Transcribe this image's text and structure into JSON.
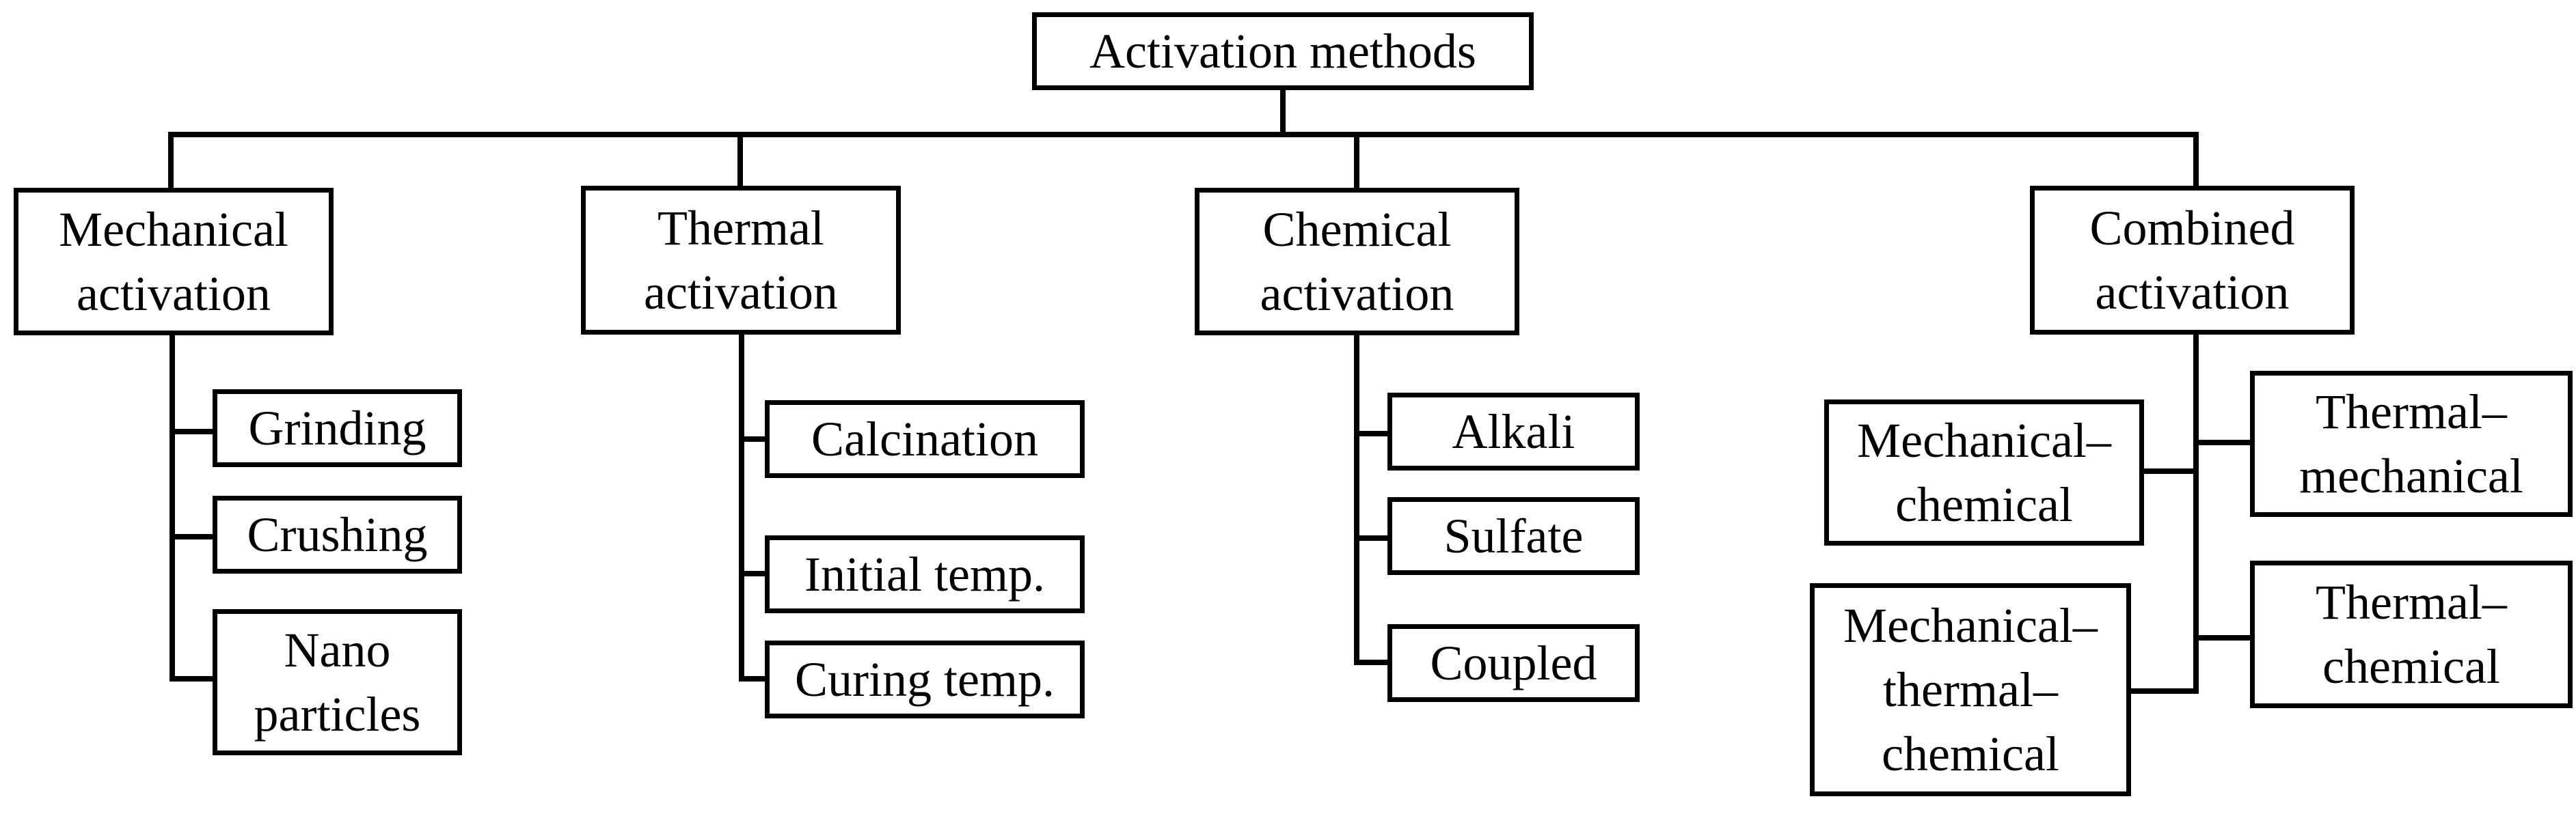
{
  "root": {
    "label": "Activation methods"
  },
  "categories": [
    {
      "lines": [
        "Mechanical",
        "activation"
      ],
      "children": [
        {
          "lines": [
            "Grinding"
          ]
        },
        {
          "lines": [
            "Crushing"
          ]
        },
        {
          "lines": [
            "Nano",
            "particles"
          ]
        }
      ]
    },
    {
      "lines": [
        "Thermal",
        "activation"
      ],
      "children": [
        {
          "lines": [
            "Calcination"
          ]
        },
        {
          "lines": [
            "Initial temp."
          ]
        },
        {
          "lines": [
            "Curing temp."
          ]
        }
      ]
    },
    {
      "lines": [
        "Chemical",
        "activation"
      ],
      "children": [
        {
          "lines": [
            "Alkali"
          ]
        },
        {
          "lines": [
            "Sulfate"
          ]
        },
        {
          "lines": [
            "Coupled"
          ]
        }
      ]
    },
    {
      "lines": [
        "Combined",
        "activation"
      ],
      "children": [
        {
          "lines": [
            "Mechanical–",
            "chemical"
          ]
        },
        {
          "lines": [
            "Thermal–",
            "mechanical"
          ]
        },
        {
          "lines": [
            "Mechanical–",
            "thermal–",
            "chemical"
          ]
        },
        {
          "lines": [
            "Thermal–",
            "chemical"
          ]
        }
      ]
    }
  ]
}
